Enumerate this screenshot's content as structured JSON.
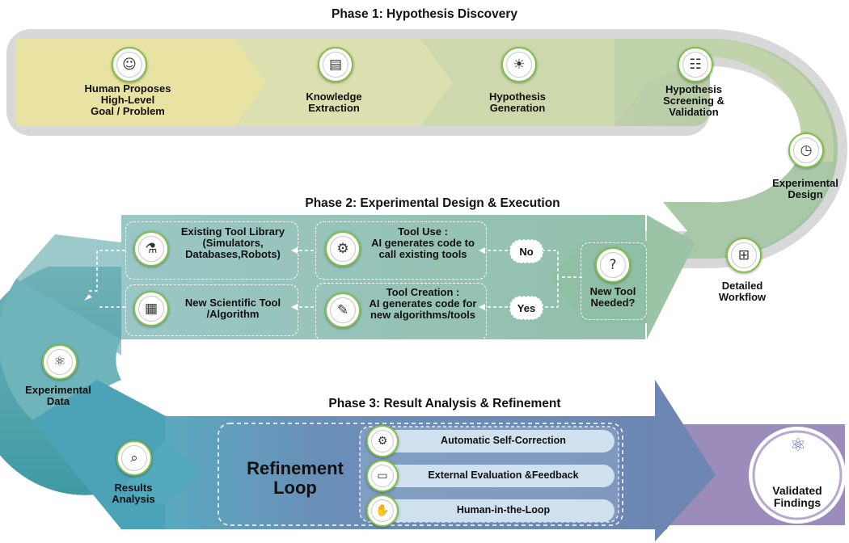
{
  "phase1": {
    "title": "Phase 1: Hypothesis Discovery",
    "steps": [
      {
        "label": "Human Proposes\nHigh-Level\nGoal / Problem",
        "icon": "brain-gear-icon"
      },
      {
        "label": "Knowledge\nExtraction",
        "icon": "document-search-icon"
      },
      {
        "label": "Hypothesis\nGeneration",
        "icon": "lightbulb-icon"
      },
      {
        "label": "Hypothesis\nScreening &\nValidation",
        "icon": "book-magnifier-icon"
      },
      {
        "label": "Experimental\nDesign",
        "icon": "clipboard-clock-icon"
      }
    ]
  },
  "phase2": {
    "title": "Phase 2: Experimental Design & Execution",
    "detailed_workflow": {
      "label": "Detailed\nWorkflow",
      "icon": "flowchart-icon"
    },
    "decision": {
      "label": "New Tool\nNeeded?",
      "icon": "question-arrows-icon",
      "yes": "Yes",
      "no": "No"
    },
    "tool_use": {
      "label": "Tool Use :\nAI generates code to\ncall existing tools",
      "icon": "robot-arm-icon"
    },
    "tool_creation": {
      "label": "Tool Creation :\nAI generates code for\nnew algorithms/tools",
      "icon": "design-tool-icon"
    },
    "existing_library": {
      "label": "Existing Tool Library\n(Simulators,\nDatabases,Robots)",
      "icon": "lab-tools-icon"
    },
    "new_tool": {
      "label": "New Scientific Tool\n/Algorithm",
      "icon": "code-window-icon"
    }
  },
  "experimental_data": {
    "label": "Experimental\nData",
    "icon": "lab-equipment-icon"
  },
  "phase3": {
    "title": "Phase 3: Result Analysis & Refinement",
    "results": {
      "label": "Results\nAnalysis",
      "icon": "chart-magnifier-icon"
    },
    "loop_title": "Refinement\nLoop",
    "items": [
      {
        "label": "Automatic Self-Correction",
        "icon": "gear-icon"
      },
      {
        "label": "External Evaluation &Feedback",
        "icon": "monitor-icon"
      },
      {
        "label": "Human-in-the-Loop",
        "icon": "hands-icon"
      }
    ],
    "final": {
      "label": "Validated\nFindings",
      "icon": "molecule-icon"
    }
  }
}
